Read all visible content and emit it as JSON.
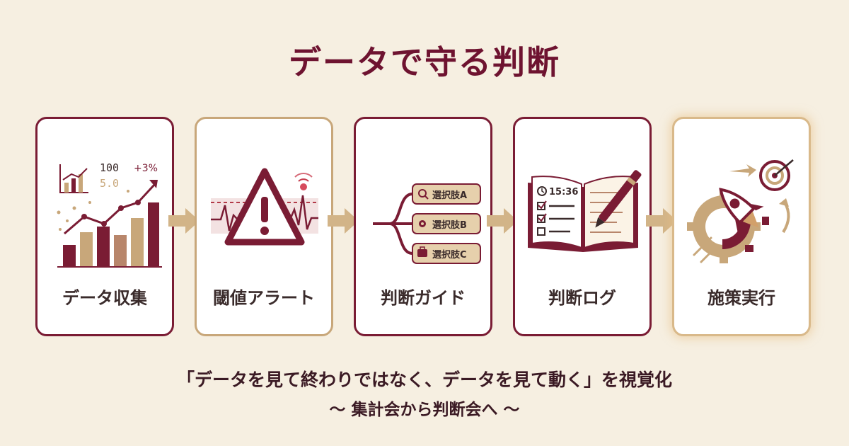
{
  "title": "データで守る判断",
  "steps": [
    {
      "label": "データ収集"
    },
    {
      "label": "閾値アラート"
    },
    {
      "label": "判断ガイド"
    },
    {
      "label": "判断ログ"
    },
    {
      "label": "施策実行"
    }
  ],
  "collect_icon": {
    "num1": "100",
    "num2": "5.0",
    "delta": "+3%"
  },
  "guide_options": [
    "選択肢A",
    "選択肢B",
    "選択肢C"
  ],
  "log_time": "15:36",
  "tagline": "「データを見て終わりではなく、データを見て動く」を視覚化",
  "subline": "～ 集計会から判断会へ ～",
  "colors": {
    "maroon": "#7a1c34",
    "gold": "#c8a77a",
    "background": "#f6efe1"
  },
  "icons": [
    "bar-chart-icon",
    "alert-warning-icon",
    "branch-options-icon",
    "notebook-log-icon",
    "rocket-gear-icon",
    "arrow-right-icon"
  ]
}
